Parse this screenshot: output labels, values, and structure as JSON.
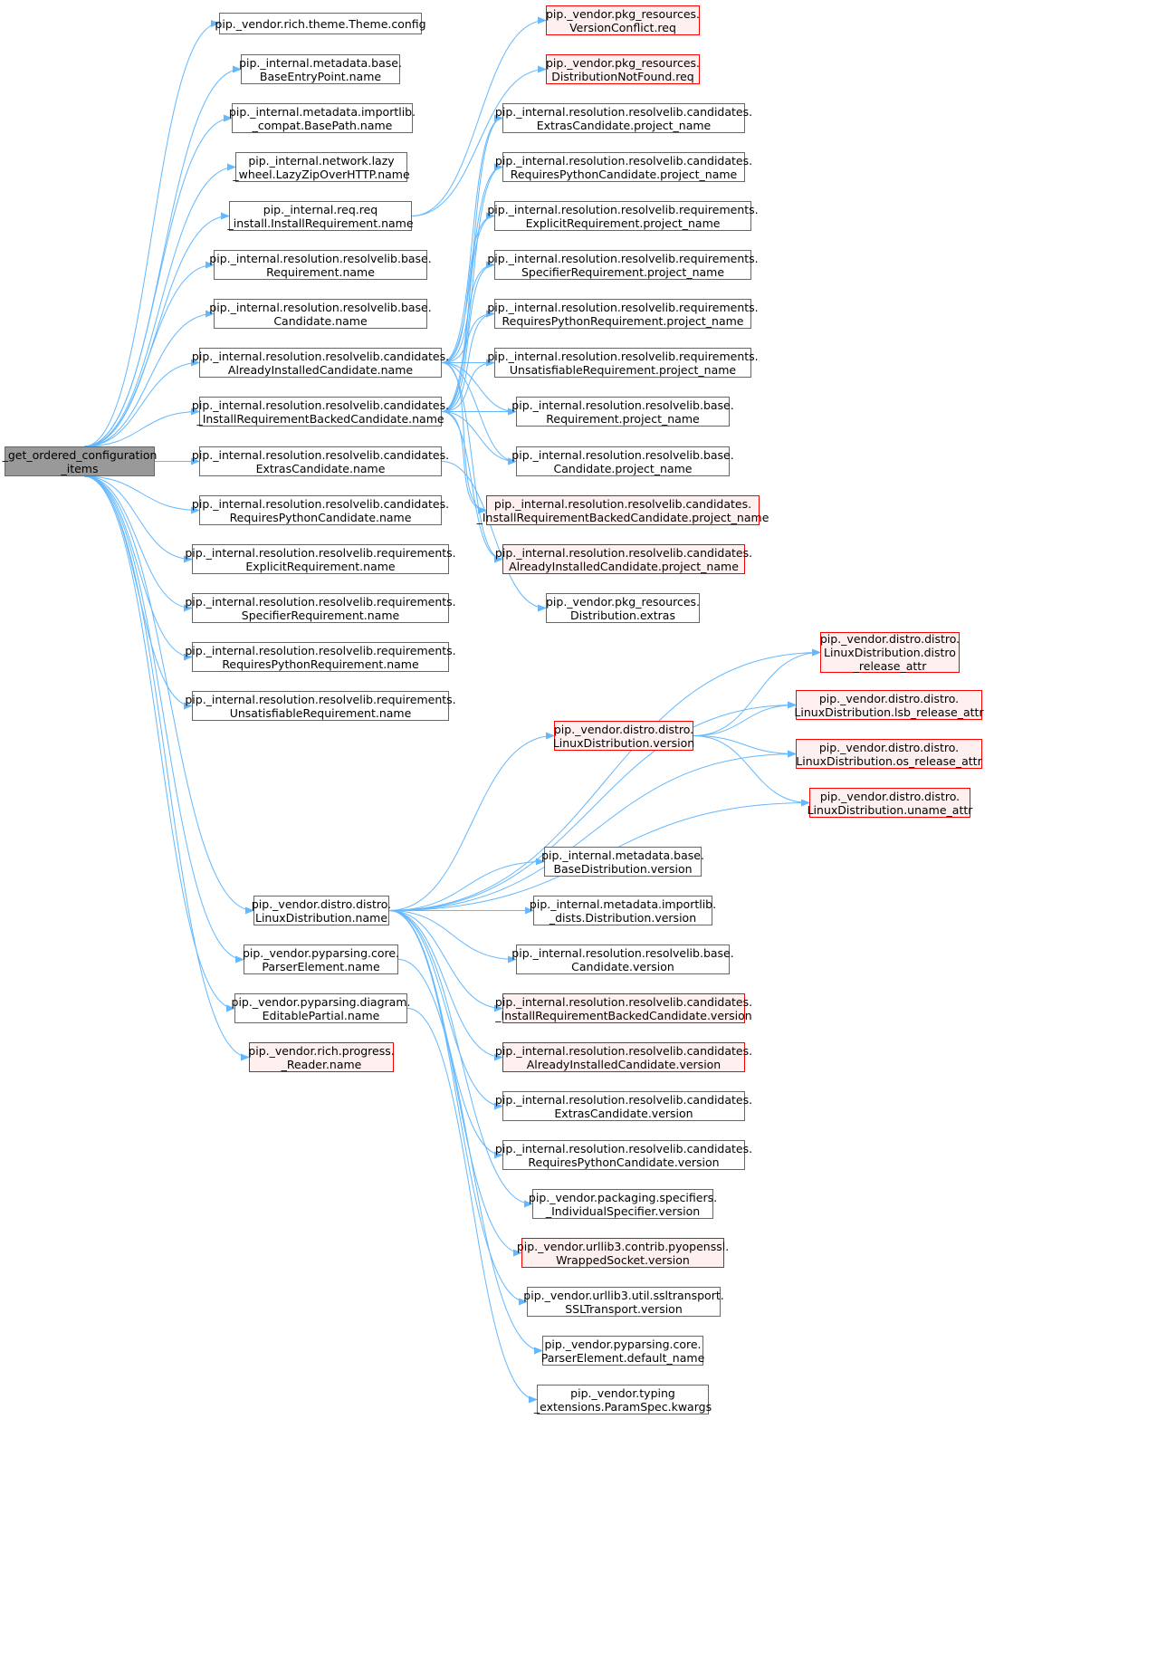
{
  "colors": {
    "edge": "#63b8ff",
    "node_border": "#666666",
    "node_fill": "#ffffff",
    "missing_border": "#ff0000",
    "missing_fill": "#fff0f0",
    "root_fill": "#999999"
  },
  "nodes": [
    {
      "id": "root",
      "style": "root",
      "lines": [
        "_get_ordered_configuration",
        "_items"
      ]
    },
    {
      "id": "a1",
      "style": "normal",
      "lines": [
        "pip._vendor.rich.theme.Theme.config"
      ]
    },
    {
      "id": "a2",
      "style": "normal",
      "lines": [
        "pip._internal.metadata.base.",
        "BaseEntryPoint.name"
      ]
    },
    {
      "id": "a3",
      "style": "normal",
      "lines": [
        "pip._internal.metadata.importlib.",
        "_compat.BasePath.name"
      ]
    },
    {
      "id": "a4",
      "style": "normal",
      "lines": [
        "pip._internal.network.lazy",
        "_wheel.LazyZipOverHTTP.name"
      ]
    },
    {
      "id": "a5",
      "style": "normal",
      "lines": [
        "pip._internal.req.req",
        "_install.InstallRequirement.name"
      ]
    },
    {
      "id": "a6",
      "style": "normal",
      "lines": [
        "pip._internal.resolution.resolvelib.base.",
        "Requirement.name"
      ]
    },
    {
      "id": "a7",
      "style": "normal",
      "lines": [
        "pip._internal.resolution.resolvelib.base.",
        "Candidate.name"
      ]
    },
    {
      "id": "a8",
      "style": "normal",
      "lines": [
        "pip._internal.resolution.resolvelib.candidates.",
        "AlreadyInstalledCandidate.name"
      ]
    },
    {
      "id": "a9",
      "style": "normal",
      "lines": [
        "pip._internal.resolution.resolvelib.candidates.",
        "_InstallRequirementBackedCandidate.name"
      ]
    },
    {
      "id": "a10",
      "style": "normal",
      "lines": [
        "pip._internal.resolution.resolvelib.candidates.",
        "ExtrasCandidate.name"
      ]
    },
    {
      "id": "a11",
      "style": "normal",
      "lines": [
        "pip._internal.resolution.resolvelib.candidates.",
        "RequiresPythonCandidate.name"
      ]
    },
    {
      "id": "a12",
      "style": "normal",
      "lines": [
        "pip._internal.resolution.resolvelib.requirements.",
        "ExplicitRequirement.name"
      ]
    },
    {
      "id": "a13",
      "style": "normal",
      "lines": [
        "pip._internal.resolution.resolvelib.requirements.",
        "SpecifierRequirement.name"
      ]
    },
    {
      "id": "a14",
      "style": "normal",
      "lines": [
        "pip._internal.resolution.resolvelib.requirements.",
        "RequiresPythonRequirement.name"
      ]
    },
    {
      "id": "a15",
      "style": "normal",
      "lines": [
        "pip._internal.resolution.resolvelib.requirements.",
        "UnsatisfiableRequirement.name"
      ]
    },
    {
      "id": "a16",
      "style": "normal",
      "lines": [
        "pip._vendor.distro.distro.",
        "LinuxDistribution.name"
      ]
    },
    {
      "id": "a17",
      "style": "normal",
      "lines": [
        "pip._vendor.pyparsing.core.",
        "ParserElement.name"
      ]
    },
    {
      "id": "a18",
      "style": "normal",
      "lines": [
        "pip._vendor.pyparsing.diagram.",
        "EditablePartial.name"
      ]
    },
    {
      "id": "a19",
      "style": "missing",
      "lines": [
        "pip._vendor.rich.progress.",
        "_Reader.name"
      ]
    },
    {
      "id": "b1",
      "style": "missing",
      "lines": [
        "pip._vendor.pkg_resources.",
        "VersionConflict.req"
      ]
    },
    {
      "id": "b2",
      "style": "missing",
      "lines": [
        "pip._vendor.pkg_resources.",
        "DistributionNotFound.req"
      ]
    },
    {
      "id": "b3",
      "style": "normal",
      "lines": [
        "pip._internal.resolution.resolvelib.candidates.",
        "ExtrasCandidate.project_name"
      ]
    },
    {
      "id": "b4",
      "style": "normal",
      "lines": [
        "pip._internal.resolution.resolvelib.candidates.",
        "RequiresPythonCandidate.project_name"
      ]
    },
    {
      "id": "b5",
      "style": "normal",
      "lines": [
        "pip._internal.resolution.resolvelib.requirements.",
        "ExplicitRequirement.project_name"
      ]
    },
    {
      "id": "b6",
      "style": "normal",
      "lines": [
        "pip._internal.resolution.resolvelib.requirements.",
        "SpecifierRequirement.project_name"
      ]
    },
    {
      "id": "b7",
      "style": "normal",
      "lines": [
        "pip._internal.resolution.resolvelib.requirements.",
        "RequiresPythonRequirement.project_name"
      ]
    },
    {
      "id": "b8",
      "style": "normal",
      "lines": [
        "pip._internal.resolution.resolvelib.requirements.",
        "UnsatisfiableRequirement.project_name"
      ]
    },
    {
      "id": "b9",
      "style": "normal",
      "lines": [
        "pip._internal.resolution.resolvelib.base.",
        "Requirement.project_name"
      ]
    },
    {
      "id": "b10",
      "style": "normal",
      "lines": [
        "pip._internal.resolution.resolvelib.base.",
        "Candidate.project_name"
      ]
    },
    {
      "id": "b11",
      "style": "missing",
      "lines": [
        "pip._internal.resolution.resolvelib.candidates.",
        "_InstallRequirementBackedCandidate.project_name"
      ]
    },
    {
      "id": "b12",
      "style": "missing",
      "lines": [
        "pip._internal.resolution.resolvelib.candidates.",
        "AlreadyInstalledCandidate.project_name"
      ]
    },
    {
      "id": "b13",
      "style": "normal",
      "lines": [
        "pip._vendor.pkg_resources.",
        "Distribution.extras"
      ]
    },
    {
      "id": "c1",
      "style": "missing",
      "lines": [
        "pip._vendor.distro.distro.",
        "LinuxDistribution.distro",
        "_release_attr"
      ]
    },
    {
      "id": "c2",
      "style": "missing",
      "lines": [
        "pip._vendor.distro.distro.",
        "LinuxDistribution.lsb_release_attr"
      ]
    },
    {
      "id": "c3",
      "style": "missing",
      "lines": [
        "pip._vendor.distro.distro.",
        "LinuxDistribution.version"
      ]
    },
    {
      "id": "c4",
      "style": "missing",
      "lines": [
        "pip._vendor.distro.distro.",
        "LinuxDistribution.os_release_attr"
      ]
    },
    {
      "id": "c5",
      "style": "missing",
      "lines": [
        "pip._vendor.distro.distro.",
        "LinuxDistribution.uname_attr"
      ]
    },
    {
      "id": "c6",
      "style": "normal",
      "lines": [
        "pip._internal.metadata.base.",
        "BaseDistribution.version"
      ]
    },
    {
      "id": "c7",
      "style": "normal",
      "lines": [
        "pip._internal.metadata.importlib.",
        "_dists.Distribution.version"
      ]
    },
    {
      "id": "c8",
      "style": "normal",
      "lines": [
        "pip._internal.resolution.resolvelib.base.",
        "Candidate.version"
      ]
    },
    {
      "id": "c9",
      "style": "missing",
      "lines": [
        "pip._internal.resolution.resolvelib.candidates.",
        "_InstallRequirementBackedCandidate.version"
      ]
    },
    {
      "id": "c10",
      "style": "missing",
      "lines": [
        "pip._internal.resolution.resolvelib.candidates.",
        "AlreadyInstalledCandidate.version"
      ]
    },
    {
      "id": "c11",
      "style": "normal",
      "lines": [
        "pip._internal.resolution.resolvelib.candidates.",
        "ExtrasCandidate.version"
      ]
    },
    {
      "id": "c12",
      "style": "normal",
      "lines": [
        "pip._internal.resolution.resolvelib.candidates.",
        "RequiresPythonCandidate.version"
      ]
    },
    {
      "id": "c13",
      "style": "normal",
      "lines": [
        "pip._vendor.packaging.specifiers.",
        "_IndividualSpecifier.version"
      ]
    },
    {
      "id": "c14",
      "style": "missing",
      "lines": [
        "pip._vendor.urllib3.contrib.pyopenssl.",
        "WrappedSocket.version"
      ]
    },
    {
      "id": "c15",
      "style": "normal",
      "lines": [
        "pip._vendor.urllib3.util.ssltransport.",
        "SSLTransport.version"
      ]
    },
    {
      "id": "c16",
      "style": "normal",
      "lines": [
        "pip._vendor.pyparsing.core.",
        "ParserElement.default_name"
      ]
    },
    {
      "id": "c17",
      "style": "normal",
      "lines": [
        "pip._vendor.typing",
        "_extensions.ParamSpec.kwargs"
      ]
    }
  ],
  "edges": [
    [
      "root",
      "a1"
    ],
    [
      "root",
      "a2"
    ],
    [
      "root",
      "a3"
    ],
    [
      "root",
      "a4"
    ],
    [
      "root",
      "a5"
    ],
    [
      "root",
      "a6"
    ],
    [
      "root",
      "a7"
    ],
    [
      "root",
      "a8"
    ],
    [
      "root",
      "a9"
    ],
    [
      "root",
      "a10"
    ],
    [
      "root",
      "a11"
    ],
    [
      "root",
      "a12"
    ],
    [
      "root",
      "a13"
    ],
    [
      "root",
      "a14"
    ],
    [
      "root",
      "a15"
    ],
    [
      "root",
      "a16"
    ],
    [
      "root",
      "a17"
    ],
    [
      "root",
      "a18"
    ],
    [
      "root",
      "a19"
    ],
    [
      "a5",
      "b1"
    ],
    [
      "a5",
      "b2"
    ],
    [
      "a8",
      "b3"
    ],
    [
      "a8",
      "b4"
    ],
    [
      "a8",
      "b5"
    ],
    [
      "a8",
      "b6"
    ],
    [
      "a8",
      "b7"
    ],
    [
      "a8",
      "b8"
    ],
    [
      "a8",
      "b9"
    ],
    [
      "a8",
      "b10"
    ],
    [
      "a8",
      "b11"
    ],
    [
      "a8",
      "b12"
    ],
    [
      "a9",
      "b3"
    ],
    [
      "a9",
      "b4"
    ],
    [
      "a9",
      "b5"
    ],
    [
      "a9",
      "b6"
    ],
    [
      "a9",
      "b7"
    ],
    [
      "a9",
      "b8"
    ],
    [
      "a9",
      "b9"
    ],
    [
      "a9",
      "b10"
    ],
    [
      "a9",
      "b11"
    ],
    [
      "a9",
      "b12"
    ],
    [
      "a10",
      "b13"
    ],
    [
      "a16",
      "c1"
    ],
    [
      "a16",
      "c2"
    ],
    [
      "a16",
      "c3"
    ],
    [
      "a16",
      "c4"
    ],
    [
      "a16",
      "c5"
    ],
    [
      "a16",
      "c6"
    ],
    [
      "a16",
      "c7"
    ],
    [
      "a16",
      "c8"
    ],
    [
      "a16",
      "c9"
    ],
    [
      "a16",
      "c10"
    ],
    [
      "a16",
      "c11"
    ],
    [
      "a16",
      "c12"
    ],
    [
      "a16",
      "c13"
    ],
    [
      "a16",
      "c14"
    ],
    [
      "a16",
      "c15"
    ],
    [
      "a17",
      "c16"
    ],
    [
      "a18",
      "c17"
    ],
    [
      "c3",
      "c1"
    ],
    [
      "c3",
      "c2"
    ],
    [
      "c3",
      "c4"
    ],
    [
      "c3",
      "c5"
    ]
  ]
}
